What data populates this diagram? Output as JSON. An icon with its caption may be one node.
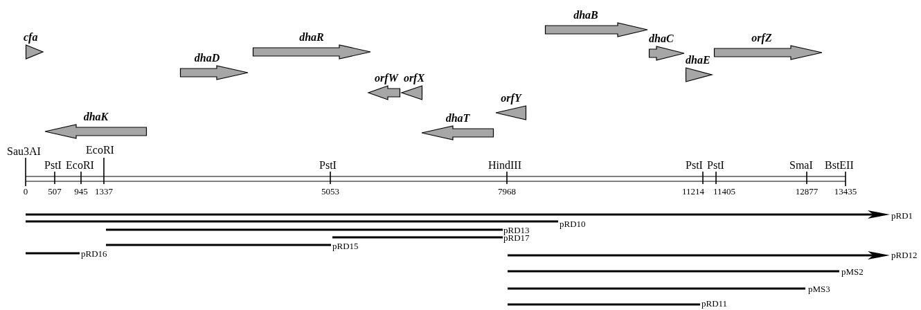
{
  "diagram": {
    "nodes": [
      {
        "text": [
          "cfa"
        ]
      },
      {
        "text": [
          "dhaK"
        ]
      },
      {
        "text": [
          "dhaD"
        ]
      },
      {
        "text": [
          "dhaR"
        ]
      },
      {
        "text": [
          "orfW"
        ]
      },
      {
        "text": [
          "orfX"
        ]
      },
      {
        "text": [
          "dhaT"
        ]
      },
      {
        "text": [
          "orfY"
        ]
      },
      {
        "text": [
          "dhaB"
        ]
      },
      {
        "text": [
          "dhaC"
        ]
      },
      {
        "text": [
          "dhaE"
        ]
      },
      {
        "text": [
          "orfZ"
        ]
      }
    ],
    "labels": [
      "Sau3AI",
      "PstI",
      "EcoRI",
      "EcoRI",
      "PstI",
      "HindIII",
      "PstI",
      "PstI",
      "SmaI",
      "BstEII",
      "0",
      "507",
      "945",
      "1337",
      "5053",
      "7968",
      "11214",
      "11405",
      "12877",
      "13435",
      "pRD1",
      "pRD10",
      "pRD13",
      "pRD17",
      "pRD15",
      "pRD16",
      "pRD12",
      "pMS2",
      "pMS3",
      "pRD11"
    ]
  }
}
